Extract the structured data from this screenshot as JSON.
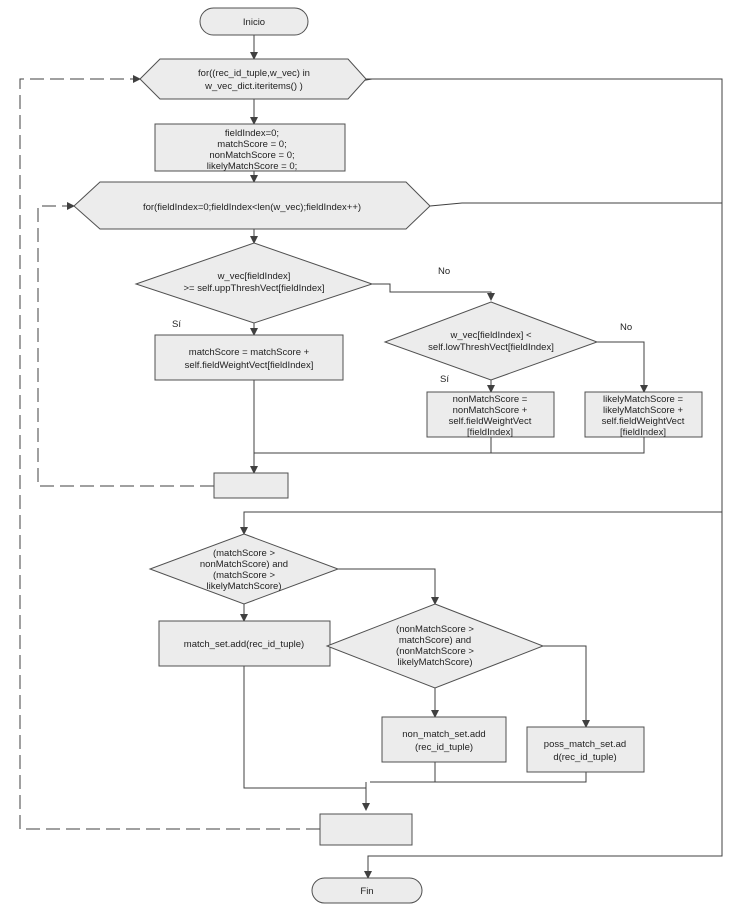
{
  "nodes": {
    "start": {
      "lines": [
        "Inicio"
      ]
    },
    "outer_loop": {
      "lines": [
        "for((rec_id_tuple,w_vec) in",
        "w_vec_dict.iteritems() )"
      ]
    },
    "init": {
      "lines": [
        "fieldIndex=0;",
        "matchScore = 0;",
        "nonMatchScore = 0;",
        "likelyMatchScore = 0;"
      ]
    },
    "inner_loop": {
      "lines": [
        "for(fieldIndex=0;fieldIndex<len(w_vec);fieldIndex++)"
      ]
    },
    "cond_upp": {
      "lines": [
        "w_vec[fieldIndex]",
        ">= self.uppThreshVect[fieldIndex]"
      ]
    },
    "add_match": {
      "lines": [
        "matchScore = matchScore +",
        "self.fieldWeightVect[fieldIndex]"
      ]
    },
    "cond_low": {
      "lines": [
        "w_vec[fieldIndex] <",
        "self.lowThreshVect[fieldIndex]"
      ]
    },
    "add_nonmatch": {
      "lines": [
        "nonMatchScore =",
        "nonMatchScore +",
        "self.fieldWeightVect",
        "[fieldIndex]"
      ]
    },
    "add_likely": {
      "lines": [
        "likelyMatchScore =",
        "likelyMatchScore +",
        "self.fieldWeightVect",
        "[fieldIndex]"
      ]
    },
    "inner_end": {
      "lines": []
    },
    "cond_match": {
      "lines": [
        "(matchScore >",
        "nonMatchScore) and",
        "(matchScore >",
        "likelyMatchScore)"
      ]
    },
    "match_set": {
      "lines": [
        "match_set.add(rec_id_tuple)"
      ]
    },
    "cond_nonmatch": {
      "lines": [
        "(nonMatchScore >",
        "matchScore) and",
        "(nonMatchScore >",
        "likelyMatchScore)"
      ]
    },
    "nonmatch_set": {
      "lines": [
        "non_match_set.add",
        "(rec_id_tuple)"
      ]
    },
    "poss_set": {
      "lines": [
        "poss_match_set.ad",
        "d(rec_id_tuple)"
      ]
    },
    "outer_end": {
      "lines": []
    },
    "end": {
      "lines": [
        "Fin"
      ]
    }
  },
  "labels": {
    "no_1": "No",
    "si_1": "Sí",
    "no_2": "No",
    "si_2": "Sí"
  }
}
